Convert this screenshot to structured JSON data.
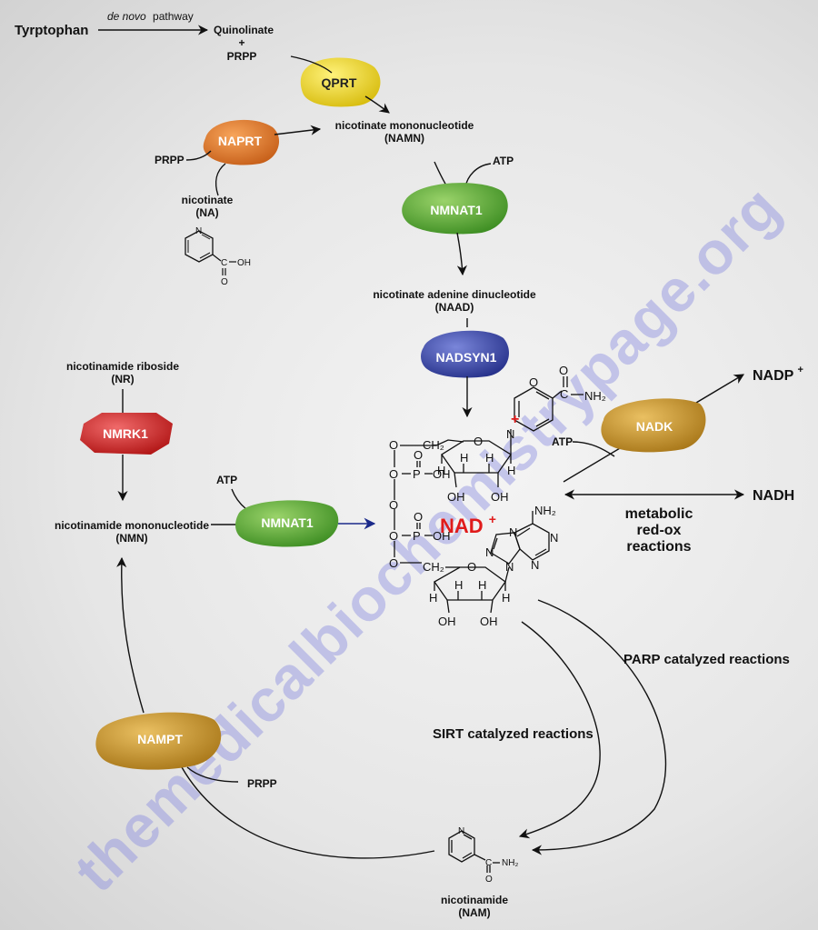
{
  "pathway": {
    "tryptophan": "Tyrptophan",
    "de_novo_italic": "de novo",
    "pathway_word": "pathway",
    "quinolinate": "Quinolinate",
    "plus": "+",
    "prpp": "PRPP",
    "atp": "ATP",
    "namn_name": "nicotinate mononucleotide",
    "namn_abbr": "(NAMN)",
    "na_name": "nicotinate",
    "na_abbr": "(NA)",
    "naad_name": "nicotinate adenine dinucleotide",
    "naad_abbr": "(NAAD)",
    "nr_name": "nicotinamide riboside",
    "nr_abbr": "(NR)",
    "nmn_name": "nicotinamide mononucleotide",
    "nmn_abbr": "(NMN)",
    "nam_name": "nicotinamide",
    "nam_abbr": "(NAM)",
    "nad_main": "NAD",
    "nad_sup": "+",
    "nadp_main": "NADP",
    "nadp_sup": "+",
    "nadh": "NADH",
    "metabolic_1": "metabolic",
    "metabolic_2": "red-ox",
    "metabolic_3": "reactions",
    "parp": "PARP catalyzed reactions",
    "sirt": "SIRT catalyzed reactions"
  },
  "enzymes": {
    "qprt": "QPRT",
    "naprt": "NAPRT",
    "nmnat1_top": "NMNAT1",
    "nadsyn1": "NADSYN1",
    "nmrk1": "NMRK1",
    "nmnat1_left": "NMNAT1",
    "nadk": "NADK",
    "nampt": "NAMPT"
  },
  "colors": {
    "qprt": "#e9d21b",
    "naprt": "#e07a26",
    "nmnat1": "#5eae3a",
    "nadsyn1": "#3a48a8",
    "nmrk1": "#d62d2d",
    "nadk": "#c99a2a",
    "nampt": "#c99a2a",
    "nad_red": "#e01b1b"
  },
  "chem": {
    "o": "O",
    "p": "P",
    "oh": "OH",
    "c": "C",
    "n": "N",
    "h": "H",
    "ch2": "CH₂",
    "nh2": "NH₂",
    "plus": "+"
  },
  "watermark": "themedicalbiochemistrypage.org"
}
